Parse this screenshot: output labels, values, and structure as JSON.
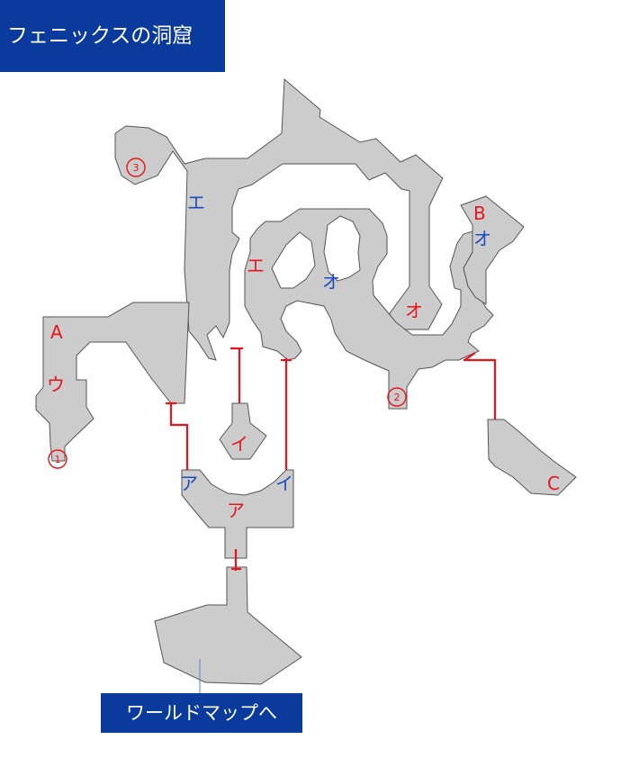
{
  "title": "フェニックスの洞窟",
  "exit_label": "ワールドマップへ",
  "colors": {
    "banner": "#0a3a9c",
    "room_fill": "#cccccc",
    "room_stroke": "#555555",
    "connector": "#e8141b",
    "label_red": "#e8141b",
    "label_blue": "#1a4bbf"
  },
  "labels": {
    "a_top": "A",
    "b_top": "B",
    "c_bottom": "C",
    "u_left": "ウ",
    "e_upper": "エ",
    "e_inner": "エ",
    "o_inner": "オ",
    "o_pocket": "オ",
    "o_right": "オ",
    "i_pocket": "イ",
    "a_hub_left": "ア",
    "i_hub_right": "イ",
    "a_hub_center": "ア"
  },
  "markers": {
    "one": "1",
    "two": "2",
    "three": "3"
  }
}
